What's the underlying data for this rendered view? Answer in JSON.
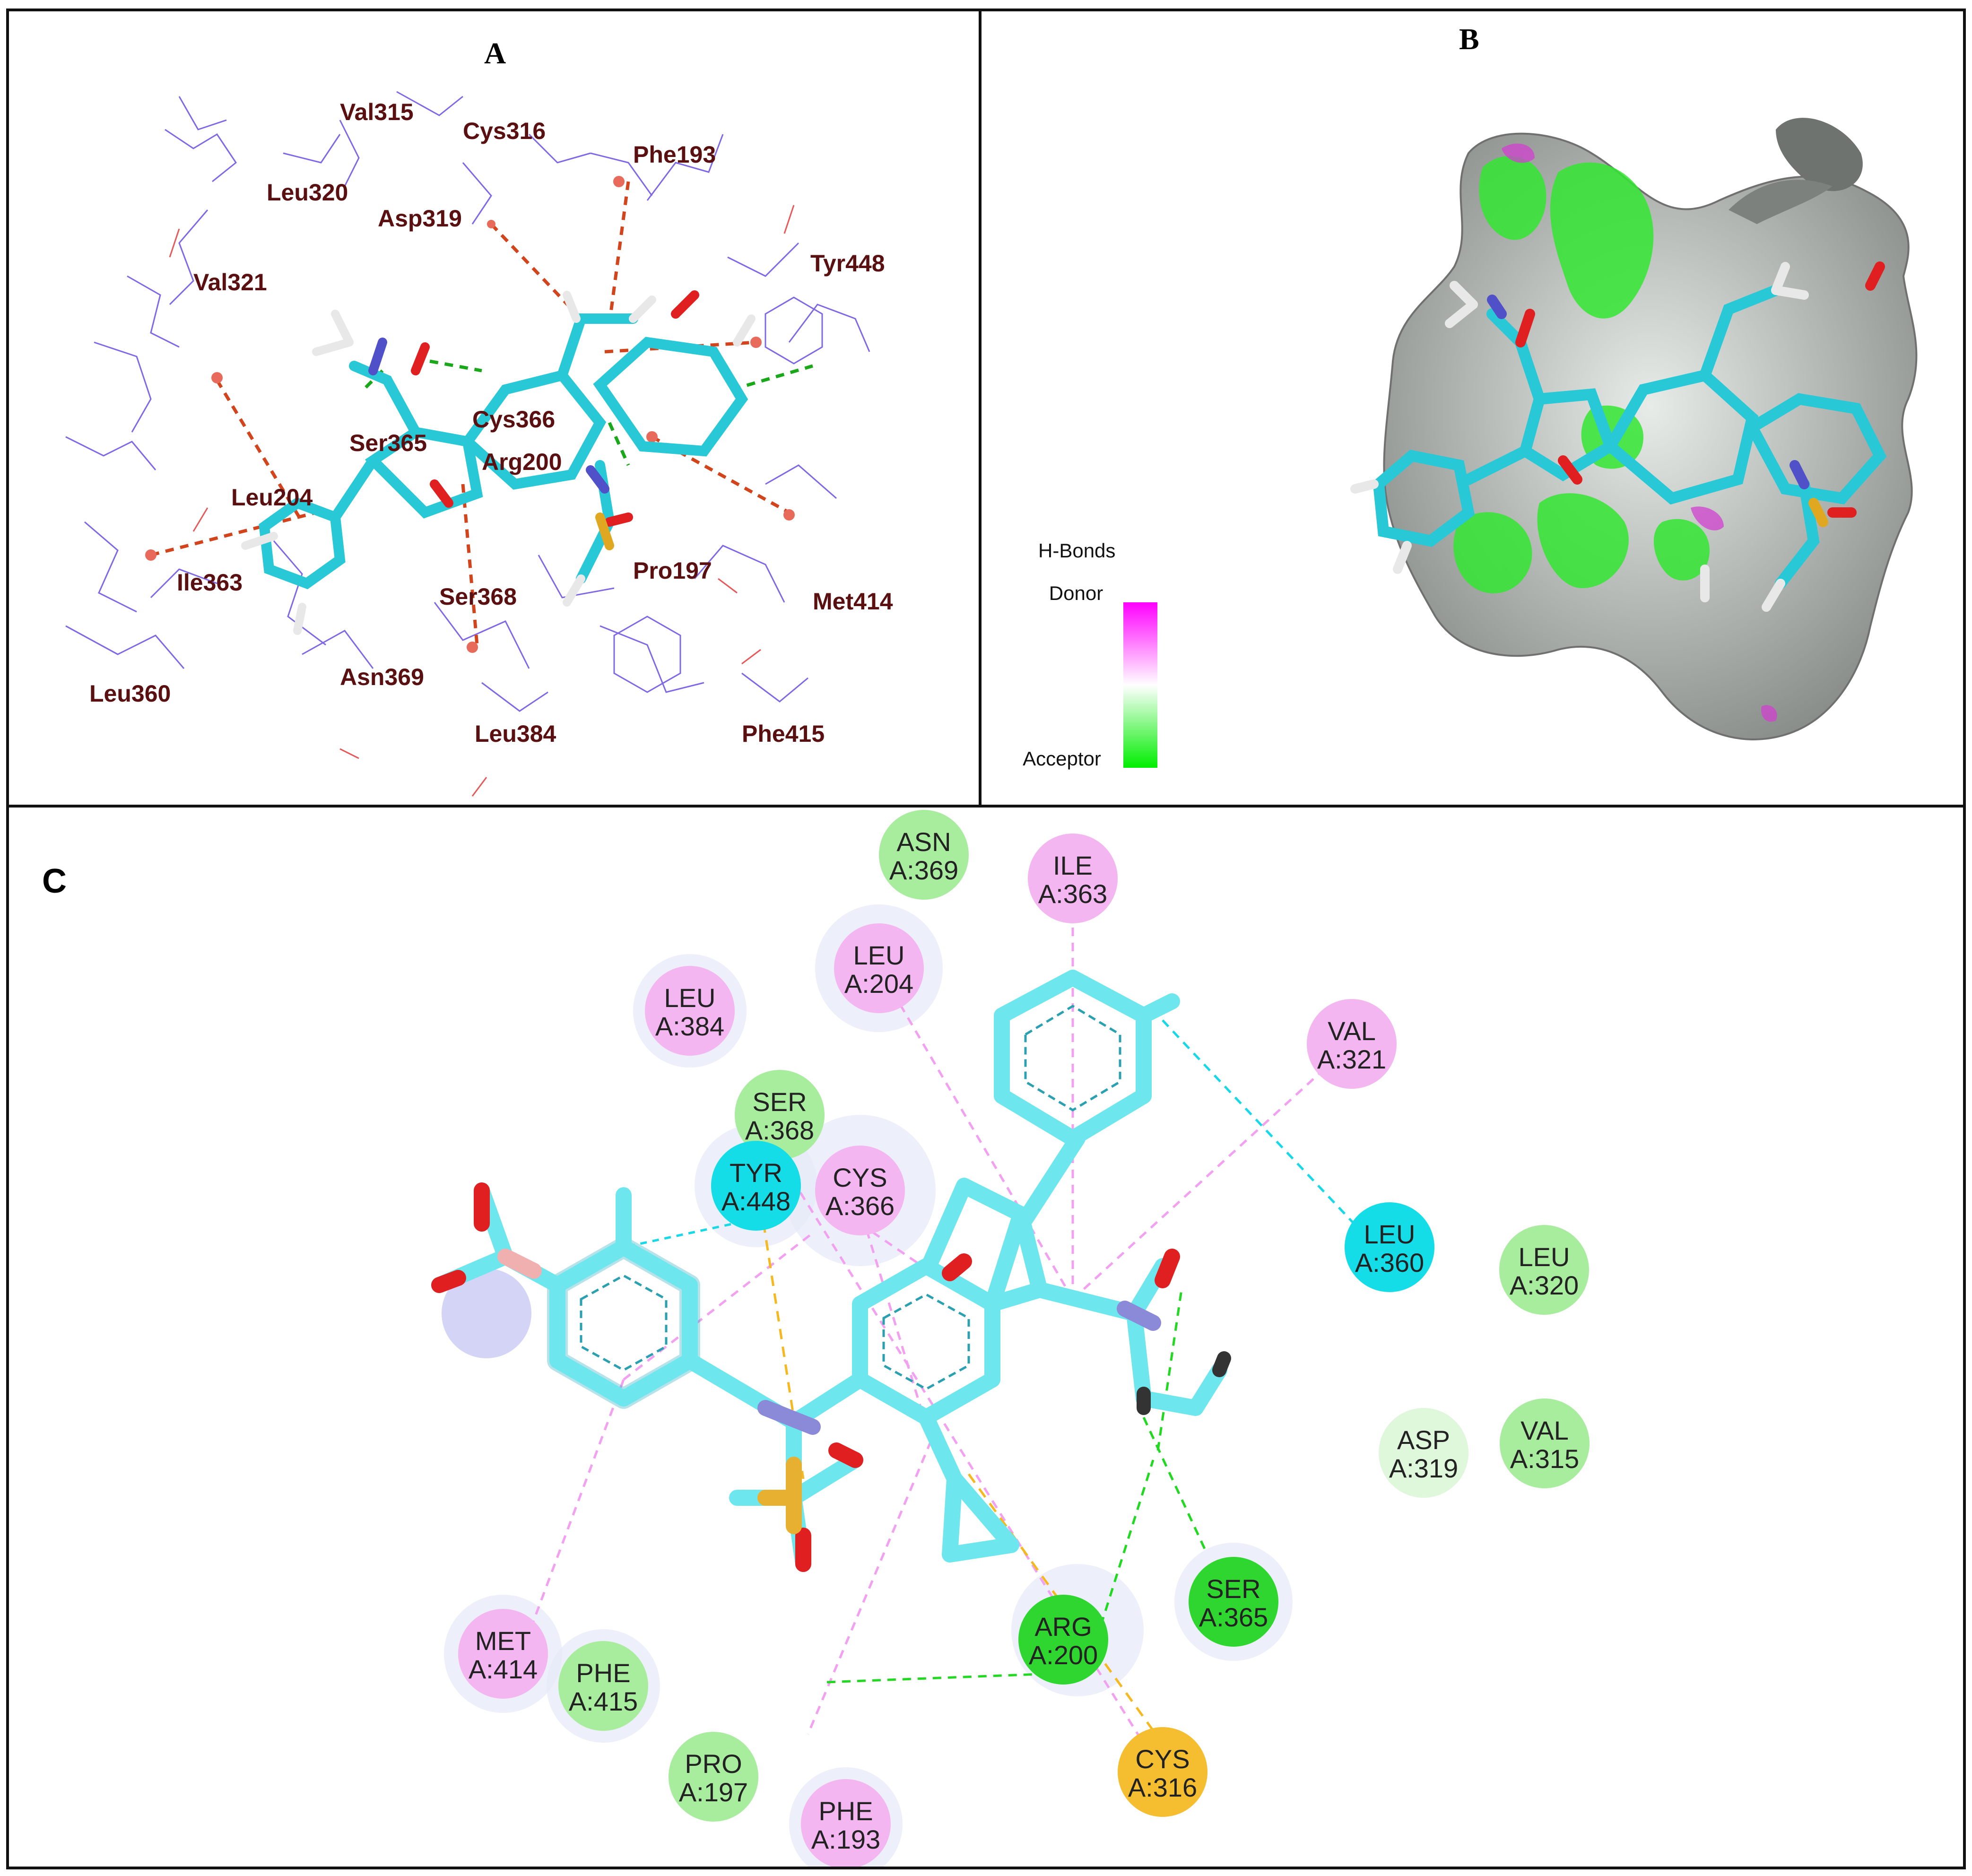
{
  "panel_a": {
    "title": "A",
    "residues": [
      "Val315",
      "Cys316",
      "Phe193",
      "Leu320",
      "Asp319",
      "Tyr448",
      "Val321",
      "Ser365",
      "Cys366",
      "Arg200",
      "Leu204",
      "Ile363",
      "Ser368",
      "Pro197",
      "Met414",
      "Leu360",
      "Asn369",
      "Leu384",
      "Phe415"
    ]
  },
  "panel_b": {
    "title": "B",
    "legend": {
      "title": "H-Bonds",
      "donor_label": "Donor",
      "acceptor_label": "Acceptor",
      "donor_color": "#ff00ff",
      "acceptor_color": "#00ee00"
    }
  },
  "panel_c": {
    "title": "C",
    "residues": [
      {
        "name": "ASN",
        "id": "A:369",
        "kind": "green"
      },
      {
        "name": "ILE",
        "id": "A:363",
        "kind": "pink"
      },
      {
        "name": "LEU",
        "id": "A:204",
        "kind": "pink"
      },
      {
        "name": "VAL",
        "id": "A:321",
        "kind": "pink"
      },
      {
        "name": "LEU",
        "id": "A:384",
        "kind": "pink"
      },
      {
        "name": "SER",
        "id": "A:368",
        "kind": "green"
      },
      {
        "name": "TYR",
        "id": "A:448",
        "kind": "cyan"
      },
      {
        "name": "CYS",
        "id": "A:366",
        "kind": "pink"
      },
      {
        "name": "LEU",
        "id": "A:360",
        "kind": "cyan"
      },
      {
        "name": "LEU",
        "id": "A:320",
        "kind": "green"
      },
      {
        "name": "ASP",
        "id": "A:319",
        "kind": "paleGreen"
      },
      {
        "name": "VAL",
        "id": "A:315",
        "kind": "green"
      },
      {
        "name": "SER",
        "id": "A:365",
        "kind": "strongGreen"
      },
      {
        "name": "ARG",
        "id": "A:200",
        "kind": "strongGreen"
      },
      {
        "name": "MET",
        "id": "A:414",
        "kind": "pink"
      },
      {
        "name": "PHE",
        "id": "A:415",
        "kind": "green"
      },
      {
        "name": "PRO",
        "id": "A:197",
        "kind": "green"
      },
      {
        "name": "PHE",
        "id": "A:193",
        "kind": "pink"
      },
      {
        "name": "CYS",
        "id": "A:316",
        "kind": "orange"
      }
    ],
    "colors": {
      "pink": "#f3b6f1",
      "green": "#a8ec9e",
      "paleGreen": "#dff7da",
      "strongGreen": "#2fd62f",
      "cyan": "#14dde8",
      "orange": "#f4be30"
    }
  }
}
